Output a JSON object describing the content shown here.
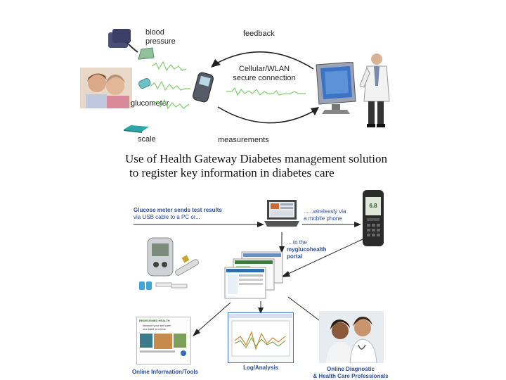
{
  "top_diagram": {
    "labels": {
      "blood_pressure": [
        "blood",
        "pressure"
      ],
      "glucometer": "glucometer",
      "scale": "scale",
      "feedback": "feedback",
      "connection": [
        "Cellular/WLAN",
        "secure connection"
      ],
      "measurements": "measurements"
    }
  },
  "caption": {
    "line1": "Use of Health Gateway Diabetes management solution",
    "line2": "to register key information in diabetes care"
  },
  "bottom_diagram": {
    "glucose_text": [
      "Glucose meter sends test results",
      "via USB cable to a PC or..."
    ],
    "wireless_text": [
      "......wirelessly via",
      "a mobile phone"
    ],
    "portal_text": [
      "....to the",
      "myglucohealth",
      "portal"
    ],
    "phone_reading": "6.8",
    "info_panel": {
      "title": "REDESIGNED HEALTH",
      "line1": "Improve your self care,",
      "line2": "one habit at a time."
    },
    "outputs": {
      "info": "Online Information/Tools",
      "log": "Log/Analysis",
      "diagnostic": [
        "Online Diagnostic",
        "& Health Care Professionals"
      ]
    }
  },
  "colors": {
    "accent_blue": "#2a4e9a",
    "signal_green": "#7fcf6a",
    "arrow": "#222222"
  }
}
